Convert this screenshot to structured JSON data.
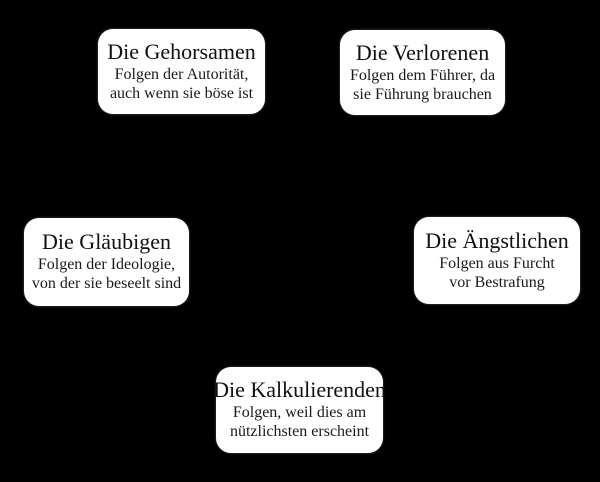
{
  "diagram": {
    "background_color": "#000000",
    "node_fill_color": "#ffffff",
    "node_text_color": "#111111",
    "nodes": [
      {
        "title": "Die Gehorsamen",
        "desc1": "Folgen der Autorität,",
        "desc2": "auch wenn sie böse ist"
      },
      {
        "title": "Die Verlorenen",
        "desc1": "Folgen dem Führer, da",
        "desc2": "sie Führung brauchen"
      },
      {
        "title": "Die Gläubigen",
        "desc1": "Folgen der Ideologie,",
        "desc2": "von der sie beseelt sind"
      },
      {
        "title": "Die Ängstlichen",
        "desc1": "Folgen aus Furcht",
        "desc2": "vor Bestrafung"
      },
      {
        "title": "Die Kalkulierenden",
        "desc1": "Folgen, weil dies am",
        "desc2": "nützlichsten erscheint"
      }
    ]
  }
}
